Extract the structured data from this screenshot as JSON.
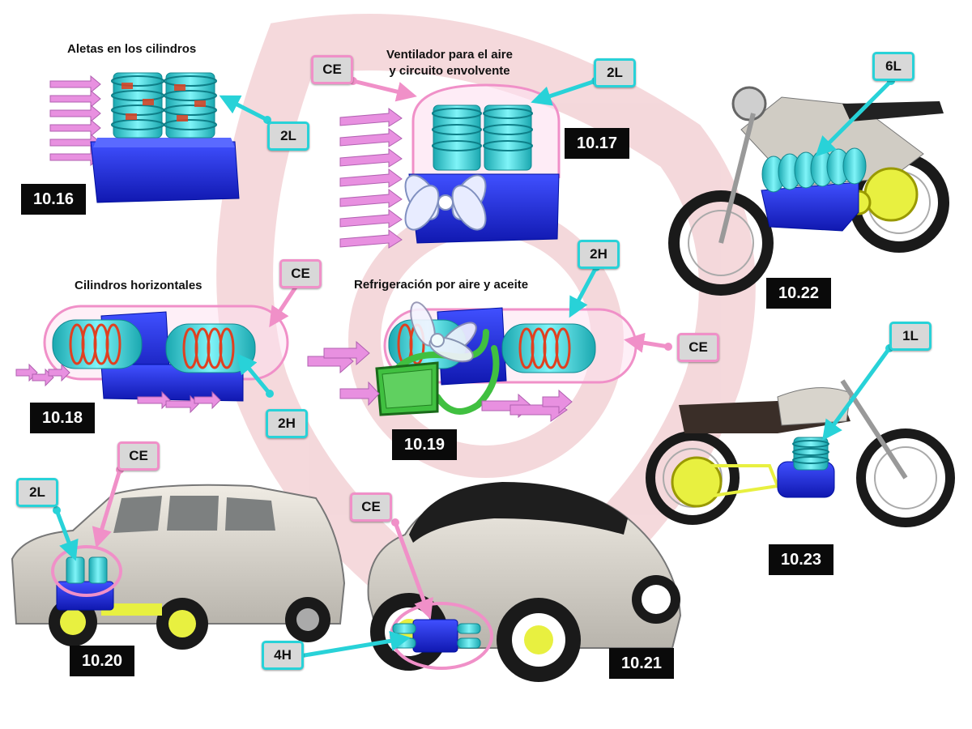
{
  "titles": {
    "fins": "Aletas en los cilindros",
    "fan": "Ventilador para el aire\ny circuito envolvente",
    "horizontal": "Cilindros horizontales",
    "air_oil": "Refrigeración por aire y aceite"
  },
  "figures": {
    "f1016": "10.16",
    "f1017": "10.17",
    "f1018": "10.18",
    "f1019": "10.19",
    "f1020": "10.20",
    "f1021": "10.21",
    "f1022": "10.22",
    "f1023": "10.23"
  },
  "tags": {
    "t1016_2l": "2L",
    "t1017_ce": "CE",
    "t1017_2l": "2L",
    "t1018_ce": "CE",
    "t1018_2h": "2H",
    "t1019_2h": "2H",
    "t1019_ce": "CE",
    "t1020_ce": "CE",
    "t1020_2l": "2L",
    "t1021_ce": "CE",
    "t1021_4h": "4H",
    "t1022_6l": "6L",
    "t1023_1l": "1L"
  },
  "colors": {
    "engine_block": "#2030e0",
    "cylinder": "#40e0e8",
    "heat": "#e04020",
    "air_arrow": "#e890e0",
    "air_shroud": "#f4a0d0",
    "oil_line": "#40c040",
    "transmission": "#e8f040",
    "label_cyan": "#28d2d8",
    "label_pink": "#f090c8",
    "figure_bg": "#0a0a0a"
  }
}
